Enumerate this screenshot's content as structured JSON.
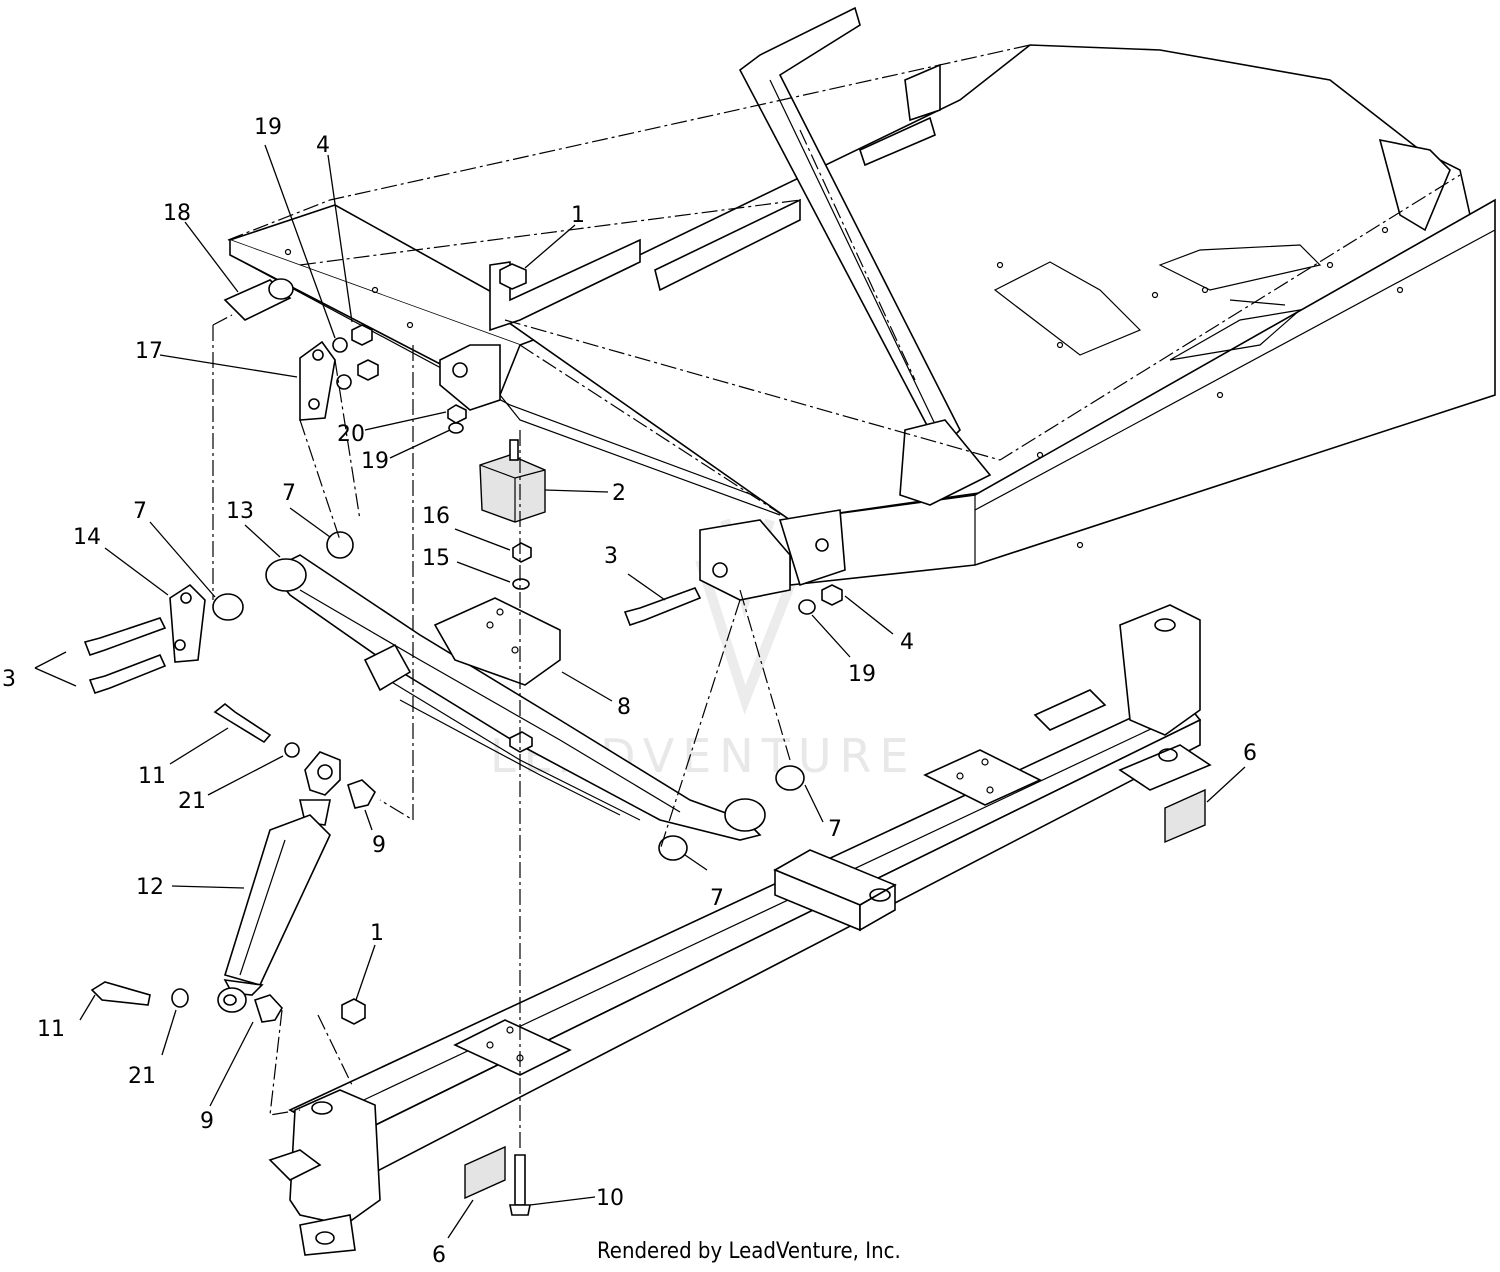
{
  "watermark": "LEADVENTURE",
  "footer": "Rendered by LeadVenture, Inc.",
  "callouts": [
    {
      "id": "c-1a",
      "label": "1"
    },
    {
      "id": "c-1b",
      "label": "1"
    },
    {
      "id": "c-2",
      "label": "2"
    },
    {
      "id": "c-3a",
      "label": "3"
    },
    {
      "id": "c-3b",
      "label": "3"
    },
    {
      "id": "c-4a",
      "label": "4"
    },
    {
      "id": "c-4b",
      "label": "4"
    },
    {
      "id": "c-6a",
      "label": "6"
    },
    {
      "id": "c-6b",
      "label": "6"
    },
    {
      "id": "c-7a",
      "label": "7"
    },
    {
      "id": "c-7b",
      "label": "7"
    },
    {
      "id": "c-7c",
      "label": "7"
    },
    {
      "id": "c-7d",
      "label": "7"
    },
    {
      "id": "c-8",
      "label": "8"
    },
    {
      "id": "c-9a",
      "label": "9"
    },
    {
      "id": "c-9b",
      "label": "9"
    },
    {
      "id": "c-10",
      "label": "10"
    },
    {
      "id": "c-11a",
      "label": "11"
    },
    {
      "id": "c-11b",
      "label": "11"
    },
    {
      "id": "c-12",
      "label": "12"
    },
    {
      "id": "c-13",
      "label": "13"
    },
    {
      "id": "c-14",
      "label": "14"
    },
    {
      "id": "c-15",
      "label": "15"
    },
    {
      "id": "c-16",
      "label": "16"
    },
    {
      "id": "c-17",
      "label": "17"
    },
    {
      "id": "c-18",
      "label": "18"
    },
    {
      "id": "c-19a",
      "label": "19"
    },
    {
      "id": "c-19b",
      "label": "19"
    },
    {
      "id": "c-19c",
      "label": "19"
    },
    {
      "id": "c-20",
      "label": "20"
    },
    {
      "id": "c-21a",
      "label": "21"
    },
    {
      "id": "c-21b",
      "label": "21"
    }
  ]
}
